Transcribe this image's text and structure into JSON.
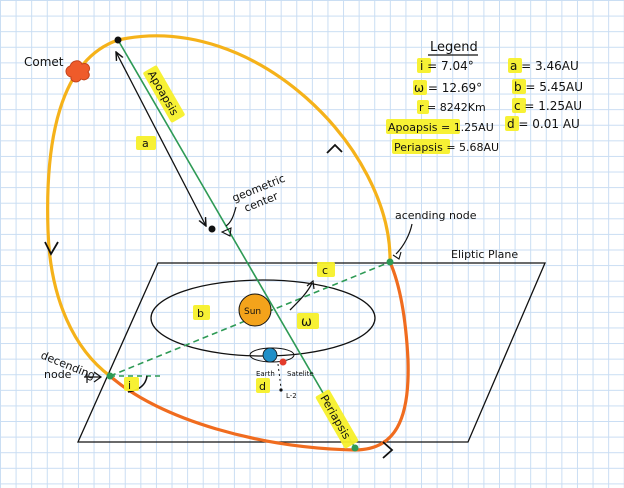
{
  "legend": {
    "title": "Legend",
    "i": "i = 7.04°",
    "omega": "ω = 12.69°",
    "r": "r = 8242Km",
    "apoapsis": "Apoapsis = 1.25AU",
    "periapsis": "Periapsis = 5.68AU",
    "a": "a = 3.46AU",
    "b": "b = 5.45AU",
    "c": "c = 1.25AU",
    "d": "d = 0.01 AU"
  },
  "labels": {
    "comet": "Comet",
    "apoapsis_line": "Apoapsis",
    "periapsis_line": "Periapsis",
    "a": "a",
    "b": "b",
    "c": "c",
    "d": "d",
    "i": "i",
    "omega": "ω",
    "geometric_center_1": "geometric",
    "geometric_center_2": "center",
    "ascending_node": "acending node",
    "descending_node_1": "decending",
    "descending_node_2": "node",
    "ecliptic_plane": "Eliptic Plane",
    "sun": "Sun",
    "earth": "Earth",
    "satellite": "Satelite",
    "l2": "L-2"
  },
  "colors": {
    "orbit_upper": "#f5b21a",
    "orbit_lower": "#f06c1f",
    "axis_green": "#2e9a55",
    "sun": "#f3a31b",
    "highlight": "#f7f02a",
    "comet": "#ef5b2a",
    "earth": "#1f8fc8",
    "satellite": "#e23b2b"
  }
}
